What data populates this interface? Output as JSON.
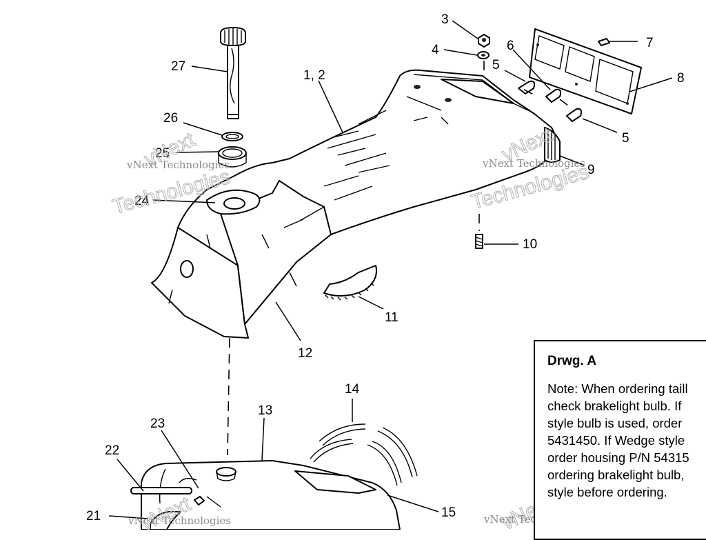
{
  "callouts": {
    "c3": "3",
    "c4": "4",
    "c6": "6",
    "c7": "7",
    "c5a": "5",
    "c8": "8",
    "c27": "27",
    "c12top": "1, 2",
    "c26": "26",
    "c25": "25",
    "c5b": "5",
    "c9": "9",
    "c24": "24",
    "c10": "10",
    "c11": "11",
    "c12": "12",
    "c14": "14",
    "c13": "13",
    "c23": "23",
    "c22": "22",
    "c21": "21",
    "c15": "15"
  },
  "watermark": {
    "brand": "vNext",
    "company": "vNext Technologies",
    "word": "Technologies"
  },
  "note_box": {
    "title": "Drwg. A",
    "lines": [
      "Note: When ordering taill",
      "check brakelight bulb.  If",
      "style bulb is  used, order",
      "5431450.  If Wedge style",
      "order housing P/N 54315",
      "ordering brakelight bulb,",
      "style before ordering."
    ]
  },
  "icons": {
    "seat": "seat-assembly-icon",
    "cap": "fuel-cap-icon",
    "tank": "fuel-tank-icon"
  }
}
